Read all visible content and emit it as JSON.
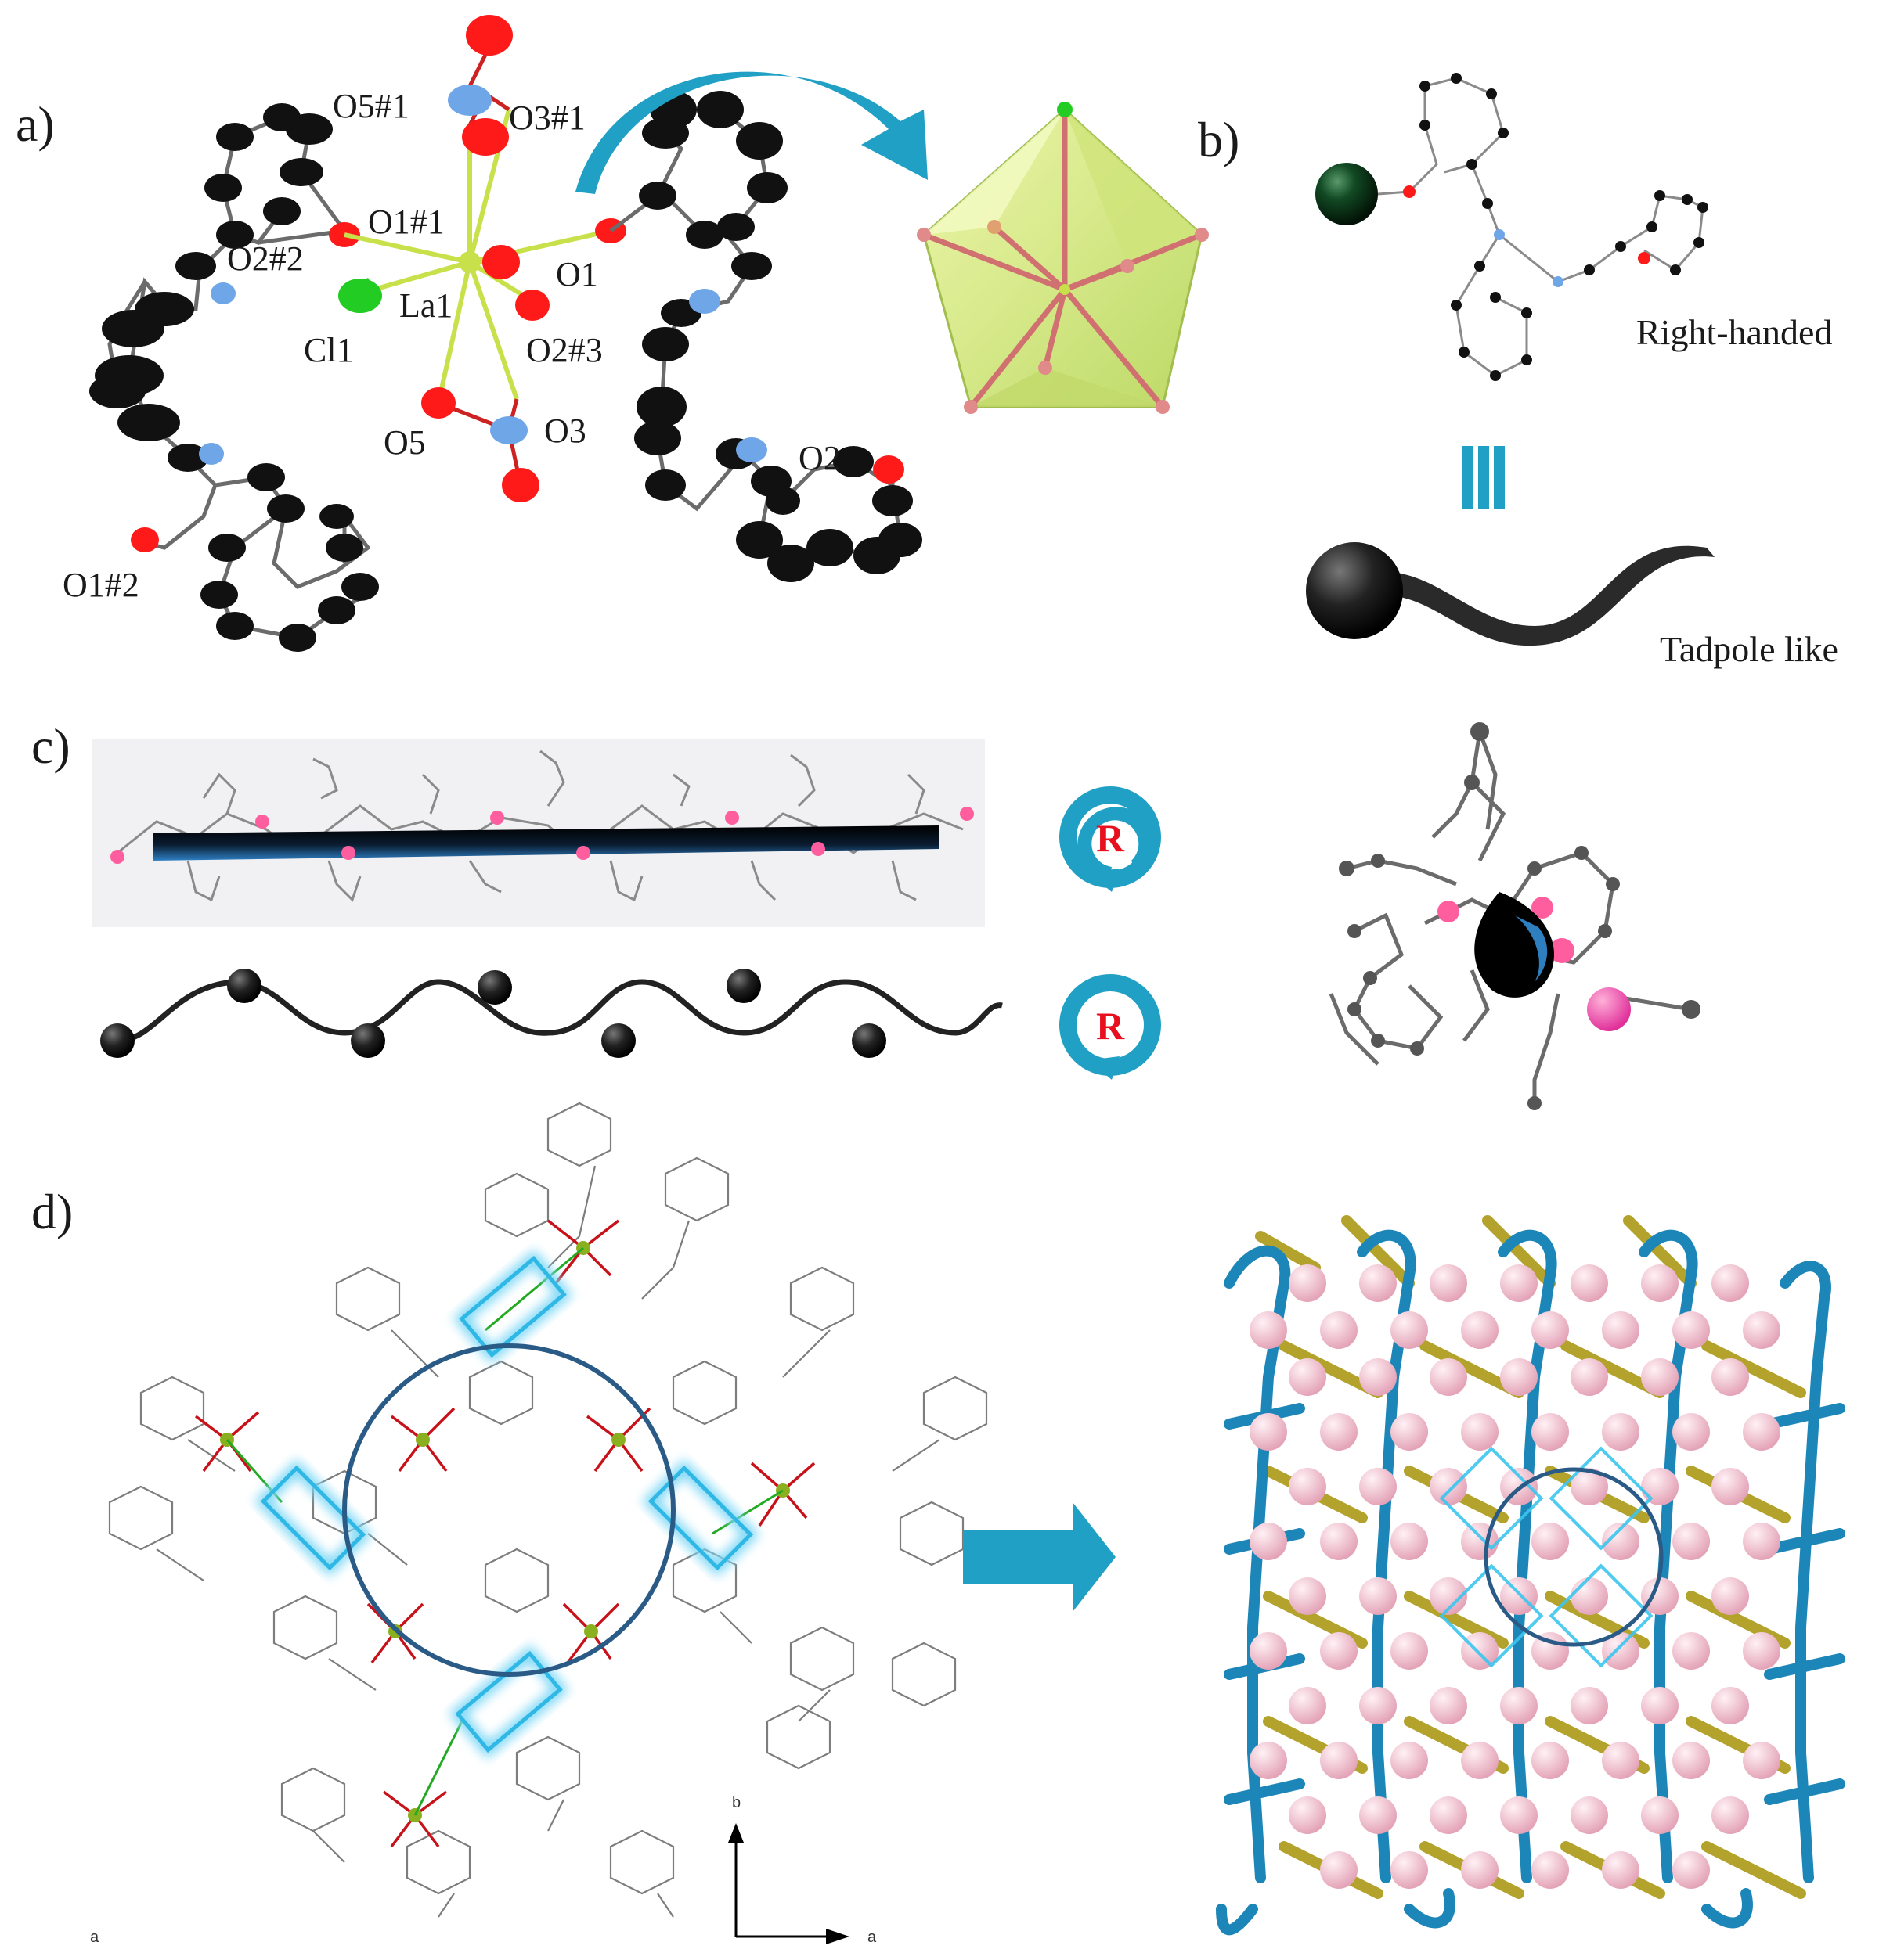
{
  "panels": {
    "a": {
      "letter": "a)",
      "atom_labels": [
        "O5#1",
        "O3#1",
        "O1#1",
        "O2#2",
        "La1",
        "O1",
        "Cl1",
        "O2#3",
        "O5",
        "O3",
        "O2",
        "O1#2"
      ]
    },
    "b": {
      "letter": "b)",
      "label_right_handed": "Right-handed",
      "label_tadpole": "Tadpole like"
    },
    "c": {
      "letter": "c)",
      "chirality_symbol": "R"
    },
    "d": {
      "letter": "d)",
      "axis_b": "b",
      "axis_a": "a",
      "corner_a": "a"
    }
  },
  "colors": {
    "carbon": "#111111",
    "oxygen": "#ff1a1a",
    "nitrogen": "#6fa6e8",
    "chlorine": "#22cc22",
    "lanthanum": "#c8e04a",
    "arrow_teal": "#1fa0c4",
    "helix_blue": "#1d86b8",
    "helix_olive": "#b3a22b",
    "sphere_pink": "#f3bccb",
    "circle_navy": "#2a5a86"
  }
}
